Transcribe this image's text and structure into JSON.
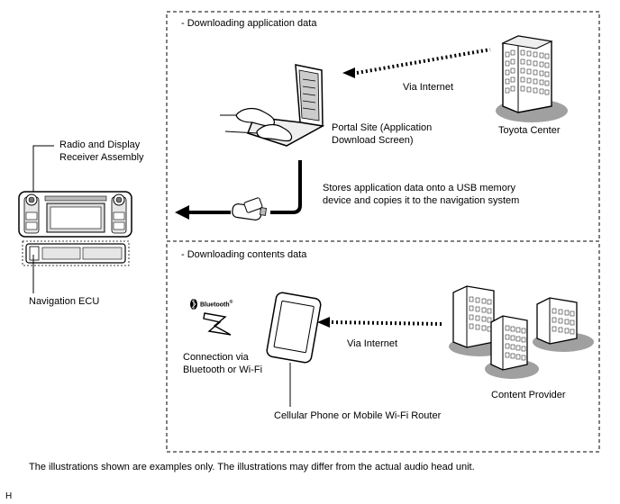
{
  "sections": {
    "app": {
      "title": "- Downloading application data"
    },
    "contents": {
      "title": "- Downloading contents data"
    }
  },
  "labels": {
    "radio_line1": "Radio and Display",
    "radio_line2": "Receiver Assembly",
    "nav_ecu": "Navigation ECU",
    "via_internet_1": "Via Internet",
    "toyota_center": "Toyota Center",
    "portal_line1": "Portal Site (Application",
    "portal_line2": "Download Screen)",
    "stores_line1": "Stores application data onto a USB memory",
    "stores_line2": "device and copies it to the navigation system",
    "via_internet_2": "Via Internet",
    "connection_line1": "Connection via",
    "connection_line2": "Bluetooth or Wi-Fi",
    "cellular": "Cellular Phone or Mobile Wi-Fi Router",
    "content_provider": "Content Provider",
    "bluetooth_logo": "Bluetooth",
    "bluetooth_reg": "®"
  },
  "footer": {
    "note": "The illustrations shown are examples only. The illustrations may differ from the actual audio head unit.",
    "code": "H"
  },
  "colors": {
    "line": "#000000",
    "building_shadow": "#a0a0a0",
    "face": "#ffffff",
    "gray": "#d8d8d8"
  }
}
